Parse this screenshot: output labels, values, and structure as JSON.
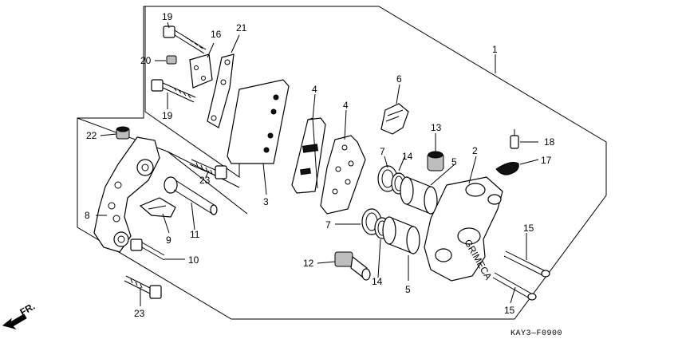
{
  "diagram": {
    "code": "KAY3—F0900",
    "direction_label": "FR."
  },
  "callouts": [
    "1",
    "2",
    "3",
    "4",
    "4",
    "5",
    "5",
    "6",
    "7",
    "7",
    "8",
    "9",
    "10",
    "11",
    "12",
    "13",
    "14",
    "14",
    "15",
    "15",
    "16",
    "17",
    "18",
    "19",
    "19",
    "20",
    "21",
    "22",
    "23",
    "23"
  ]
}
